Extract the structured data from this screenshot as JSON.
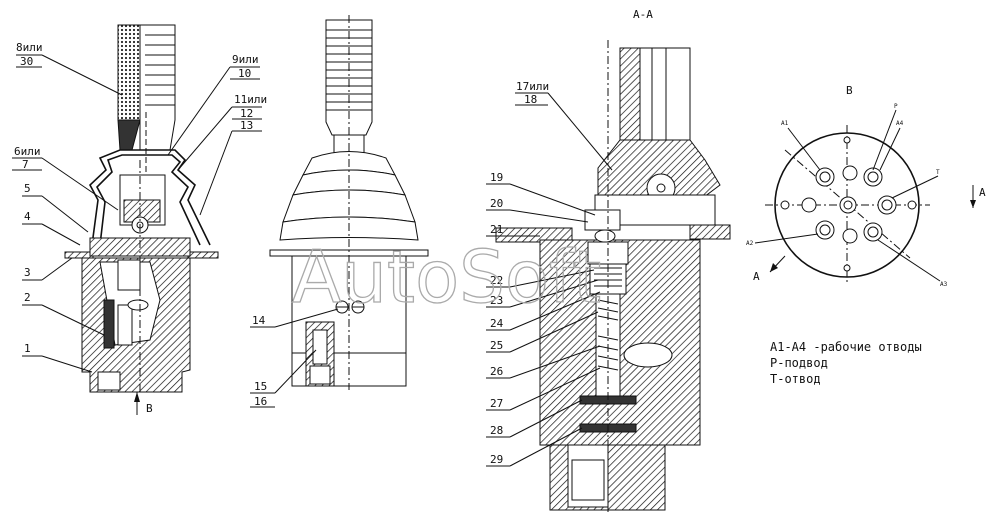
{
  "section_title": "А-А",
  "view_b_title": "В",
  "arrow_b_label": "В",
  "section_marks": [
    "А",
    "А"
  ],
  "watermark": "AutoSoft",
  "callouts_view1": [
    {
      "num": "8или",
      "sub": "30"
    },
    {
      "num": "9или",
      "sub": "10"
    },
    {
      "num": "11или",
      "sub": "12",
      "sub2": "13"
    },
    {
      "num": "6или",
      "sub": "7"
    },
    {
      "num": "5"
    },
    {
      "num": "4"
    },
    {
      "num": "3"
    },
    {
      "num": "2"
    },
    {
      "num": "1"
    }
  ],
  "callouts_view2": [
    {
      "num": "14"
    },
    {
      "num": "15",
      "sub": "16"
    }
  ],
  "callouts_section": [
    {
      "num": "17или",
      "sub": "18"
    },
    {
      "num": "19"
    },
    {
      "num": "20"
    },
    {
      "num": "21"
    },
    {
      "num": "22"
    },
    {
      "num": "23"
    },
    {
      "num": "24"
    },
    {
      "num": "25"
    },
    {
      "num": "26"
    },
    {
      "num": "27"
    },
    {
      "num": "28"
    },
    {
      "num": "29"
    }
  ],
  "port_labels": {
    "a1": "A1",
    "p": "P",
    "a4": "A4",
    "t": "T",
    "a2": "A2",
    "a3": "A3"
  },
  "legend": [
    "А1-А4 -рабочие отводы",
    "Р-подвод",
    "Т-отвод"
  ]
}
